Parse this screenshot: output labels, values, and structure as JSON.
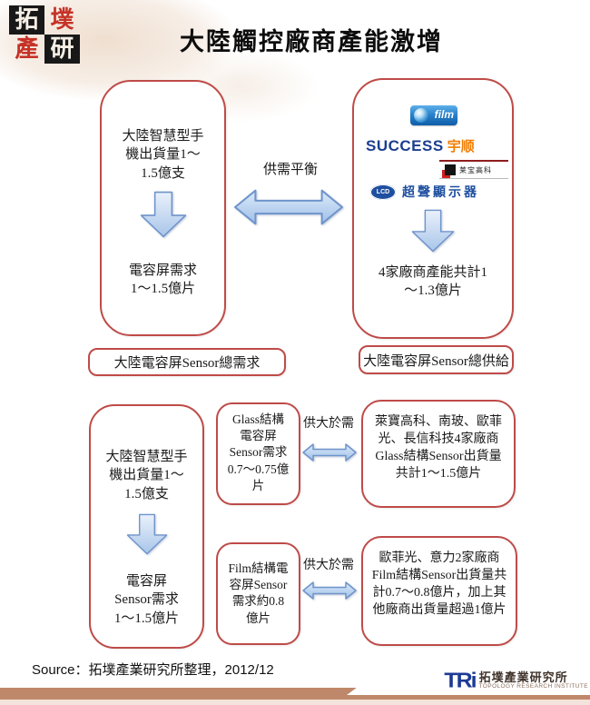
{
  "header": {
    "logo_chars": [
      "拓",
      "墣",
      "產",
      "研"
    ],
    "title": "大陸觸控廠商產能激增"
  },
  "top": {
    "demand_box": {
      "text1": "大陸智慧型手\n機出貨量1～\n1.5億支",
      "text2": "電容屏需求\n1～1.5億片"
    },
    "balance_label": "供需平衡",
    "supply_box": {
      "ofilm_text": "film",
      "success_en": "SUCCESS",
      "success_cn": "宇顺",
      "laibao_name": "莱宝高科",
      "ultrasonic_badge": "LCD",
      "ultrasonic_name": "超聲顯示器",
      "caption": "4家廠商產能共計1\n～1.3億片"
    },
    "demand_total_label": "大陸電容屏Sensor總需求",
    "supply_total_label": "大陸電容屏Sensor總供給"
  },
  "bottom": {
    "demand_box": {
      "text1": "大陸智慧型手\n機出貨量1～\n1.5億支",
      "text2": "電容屏\nSensor需求\n1～1.5億片"
    },
    "glass_row": {
      "demand": "Glass結構\n電容屏\nSensor需求\n0.7～0.75億\n片",
      "relation": "供大於需",
      "supply": "萊寶高科、南玻、歐菲\n光、長信科技4家廠商\nGlass結構Sensor出貨量\n共計1～1.5億片"
    },
    "film_row": {
      "demand": "Film結構電\n容屏Sensor\n需求約0.8\n億片",
      "relation": "供大於需",
      "supply": "歐菲光、意力2家廠商\nFilm結構Sensor出貨量共\n計0.7～0.8億片，加上其\n他廠商出貨量超過1億片"
    }
  },
  "footer": {
    "source": "Source：拓墣產業研究所整理，2012/12",
    "tri_mark": "TRi",
    "tri_name_cn": "拓墣產業研究所",
    "tri_name_en": "TOPOLOGY RESEARCH INSTITUTE"
  },
  "colors": {
    "box_border": "#be4b48",
    "arrow_stroke": "#6f94cb",
    "footer_band": "#c0886a",
    "success_blue": "#1b3e8f",
    "success_orange": "#f07d00",
    "ultrasonic_blue": "#1e4fa0"
  }
}
